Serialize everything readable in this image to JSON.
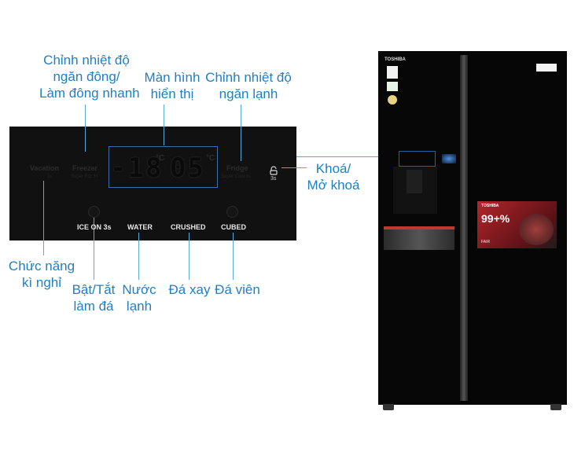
{
  "callouts": {
    "freezer_adjust_line1": "Chỉnh nhiệt độ",
    "freezer_adjust_line2": "ngăn đông/",
    "freezer_adjust_line3": "Làm đông nhanh",
    "display_line1": "Màn hình",
    "display_line2": "hiển thị",
    "fridge_adjust_line1": "Chỉnh nhiệt độ",
    "fridge_adjust_line2": "ngăn lạnh",
    "lock_line1": "Khoá/",
    "lock_line2": "Mở khoá",
    "vacation_line1": "Chức năng",
    "vacation_line2": "kì nghỉ",
    "ice_line1": "Bật/Tắt",
    "ice_line2": "làm đá",
    "water_line1": "Nước",
    "water_line2": "lạnh",
    "crushed": "Đá xay",
    "cubed": "Đá viên"
  },
  "panel": {
    "vacation": "Vacation",
    "vacation_sub": "3s",
    "freezer": "Freezer",
    "freezer_sub": "Super Frz 3s",
    "fridge": "Fridge",
    "fridge_sub": "Super Cool 3s",
    "freezer_temp": "-18",
    "fridge_temp": "05",
    "deg_unit": "°C",
    "lock_hold": "3s",
    "btn_ice_on": "ICE ON 3s",
    "btn_water": "WATER",
    "btn_crushed": "CRUSHED",
    "btn_cubed": "CUBED"
  },
  "fridge": {
    "brand": "TOSHIBA",
    "promo_brand": "TOSHIBA",
    "promo_big": "99+%",
    "promo_air": "FAIR"
  },
  "colors": {
    "callout_text": "#1f7fc4",
    "callout_line": "#5aa9db",
    "panel_bg": "#111111"
  }
}
